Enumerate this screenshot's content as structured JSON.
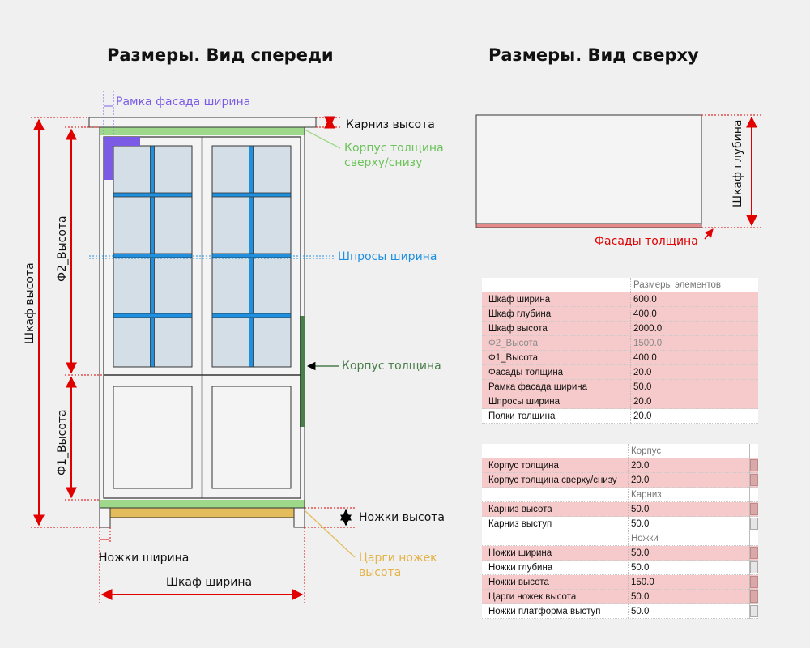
{
  "titles": {
    "front": "Размеры. Вид спереди",
    "top": "Размеры. Вид сверху"
  },
  "labels": {
    "frame_width": "Рамка фасада ширина",
    "cornice_height": "Карниз высота",
    "body_top_bottom_1": "Корпус толщина",
    "body_top_bottom_2": "сверху/снизу",
    "mullion_width": "Шпросы ширина",
    "body_thickness": "Корпус толщина",
    "legs_height": "Ножки высота",
    "legs_width": "Ножки ширина",
    "apron_height_1": "Царги ножек",
    "apron_height_2": "высота",
    "cabinet_width": "Шкаф ширина",
    "cabinet_height": "Шкаф высота",
    "f2_height": "Ф2_Высота",
    "f1_height": "Ф1_Высота",
    "cabinet_depth": "Шкаф глубина",
    "facade_thickness": "Фасады толщина"
  },
  "colors": {
    "dimension": "#e00000",
    "frame": "#7b5be6",
    "body": "#9ed88a",
    "mullion": "#1f8fe0",
    "body_side": "#4a7e4a",
    "apron": "#e3bd5c",
    "glass": "#d4dee6",
    "row_highlight": "#f6caca"
  },
  "table_main": {
    "header": "Размеры элементов",
    "rows": [
      {
        "label": "Шкаф ширина",
        "value": "600.0",
        "style": "hl"
      },
      {
        "label": "Шкаф глубина",
        "value": "400.0",
        "style": "hl"
      },
      {
        "label": "Шкаф высота",
        "value": "2000.0",
        "style": "hl"
      },
      {
        "label": "Ф2_Высота",
        "value": "1500.0",
        "style": "hl muted"
      },
      {
        "label": "Ф1_Высота",
        "value": "400.0",
        "style": "hl"
      },
      {
        "label": "Фасады толщина",
        "value": "20.0",
        "style": "hl"
      },
      {
        "label": "Рамка фасада ширина",
        "value": "50.0",
        "style": "hl"
      },
      {
        "label": "Шпросы ширина",
        "value": "20.0",
        "style": "hl"
      },
      {
        "label": "Полки толщина",
        "value": "20.0",
        "style": "nm"
      }
    ]
  },
  "table_params": {
    "rows": [
      {
        "label": "",
        "value": "Корпус",
        "style": "hdr"
      },
      {
        "label": "Корпус толщина",
        "value": "20.0",
        "style": "hl"
      },
      {
        "label": "Корпус толщина сверху/снизу",
        "value": "20.0",
        "style": "hl"
      },
      {
        "label": "",
        "value": "Карниз",
        "style": "hdr"
      },
      {
        "label": "Карниз высота",
        "value": "50.0",
        "style": "hl"
      },
      {
        "label": "Карниз выступ",
        "value": "50.0",
        "style": "nm"
      },
      {
        "label": "",
        "value": "Ножки",
        "style": "hdr"
      },
      {
        "label": "Ножки ширина",
        "value": "50.0",
        "style": "hl"
      },
      {
        "label": "Ножки глубина",
        "value": "50.0",
        "style": "nm"
      },
      {
        "label": "Ножки высота",
        "value": "150.0",
        "style": "hl"
      },
      {
        "label": "Царги ножек высота",
        "value": "50.0",
        "style": "hl"
      },
      {
        "label": "Ножки платформа выступ",
        "value": "50.0",
        "style": "nm"
      }
    ]
  }
}
